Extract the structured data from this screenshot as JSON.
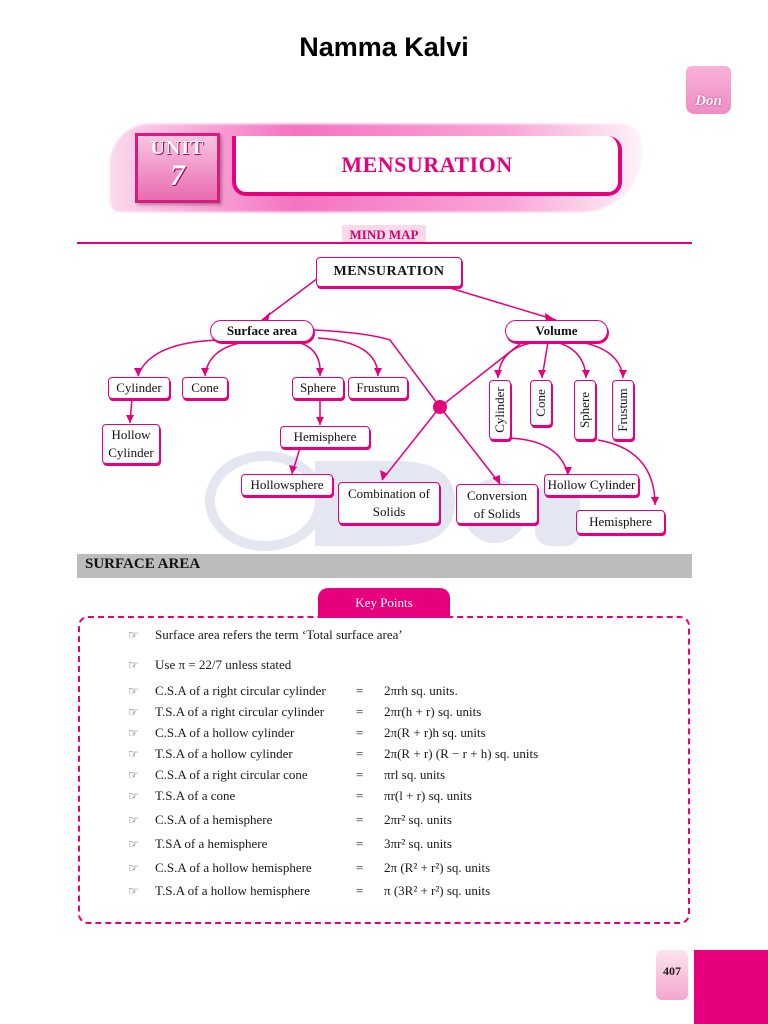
{
  "header": {
    "site_title": "Namma Kalvi",
    "corner_logo": "Don"
  },
  "banner": {
    "unit_label": "UNIT",
    "unit_number": "7",
    "title": "MENSURATION"
  },
  "mind_map": {
    "label": "MIND MAP",
    "root": "MENSURATION",
    "surface_area": {
      "label": "Surface area",
      "children": [
        "Cylinder",
        "Cone",
        "Sphere",
        "Frustum"
      ],
      "hollow_cylinder": "Hollow Cylinder",
      "hemisphere": "Hemisphere",
      "hollowsphere": "Hollowsphere"
    },
    "volume": {
      "label": "Volume",
      "children": [
        "Cylinder",
        "Cone",
        "Sphere",
        "Frustum"
      ],
      "hollow_cylinder": "Hollow Cylinder",
      "hemisphere": "Hemisphere"
    },
    "shared": [
      "Combination of Solids",
      "Conversion of Solids"
    ],
    "accent_color": "#e6007e"
  },
  "section": {
    "title": "SURFACE AREA"
  },
  "key_points": {
    "tab_label": "Key Points",
    "intro": [
      "Surface area refers the term ‘Total surface area’",
      "Use π = 22/7 unless stated"
    ],
    "formulas": [
      {
        "label": "C.S.A of a right circular cylinder",
        "eq": "=",
        "value": "2πrh  sq. units."
      },
      {
        "label": "T.S.A of a right circular cylinder",
        "eq": "=",
        "value": "2πr(h + r)  sq. units"
      },
      {
        "label": "C.S.A of a hollow cylinder",
        "eq": "=",
        "value": "2π(R + r)h  sq. units"
      },
      {
        "label": "T.S.A of a hollow cylinder",
        "eq": "=",
        "value": "2π(R + r) (R − r + h)  sq. units"
      },
      {
        "label": "C.S.A of a right circular cone",
        "eq": "=",
        "value": "πrl  sq. units"
      },
      {
        "label": "T.S.A of a cone",
        "eq": "=",
        "value": "πr(l + r)  sq. units"
      },
      {
        "label": "C.S.A of a hemisphere",
        "eq": "=",
        "value": "2πr²  sq. units"
      },
      {
        "label": "T.SA of a hemisphere",
        "eq": "=",
        "value": "3πr²  sq. units"
      },
      {
        "label": "C.S.A of a hollow hemisphere",
        "eq": "=",
        "value": "2π (R² + r²)  sq. units"
      },
      {
        "label": "T.S.A of a hollow hemisphere",
        "eq": "=",
        "value": "π (3R² + r²)  sq. units"
      }
    ]
  },
  "footer": {
    "page_number": "407"
  }
}
